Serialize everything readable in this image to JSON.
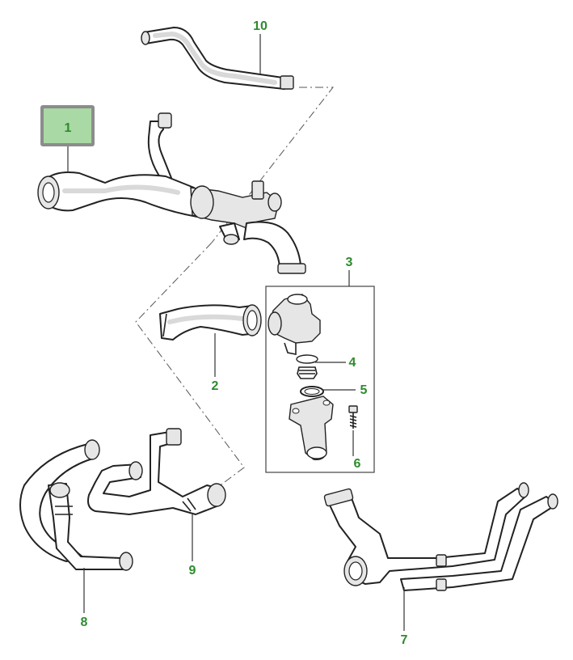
{
  "accent_color": "#2e8b2e",
  "highlight_fill": "#a9d9a4",
  "highlight_border": "#8c8c8c",
  "callouts": {
    "c1": "1",
    "c2": "2",
    "c3": "3",
    "c4": "4",
    "c5": "5",
    "c6": "6",
    "c7": "7",
    "c8": "8",
    "c9": "9",
    "c10": "10"
  },
  "selected_part": "1"
}
